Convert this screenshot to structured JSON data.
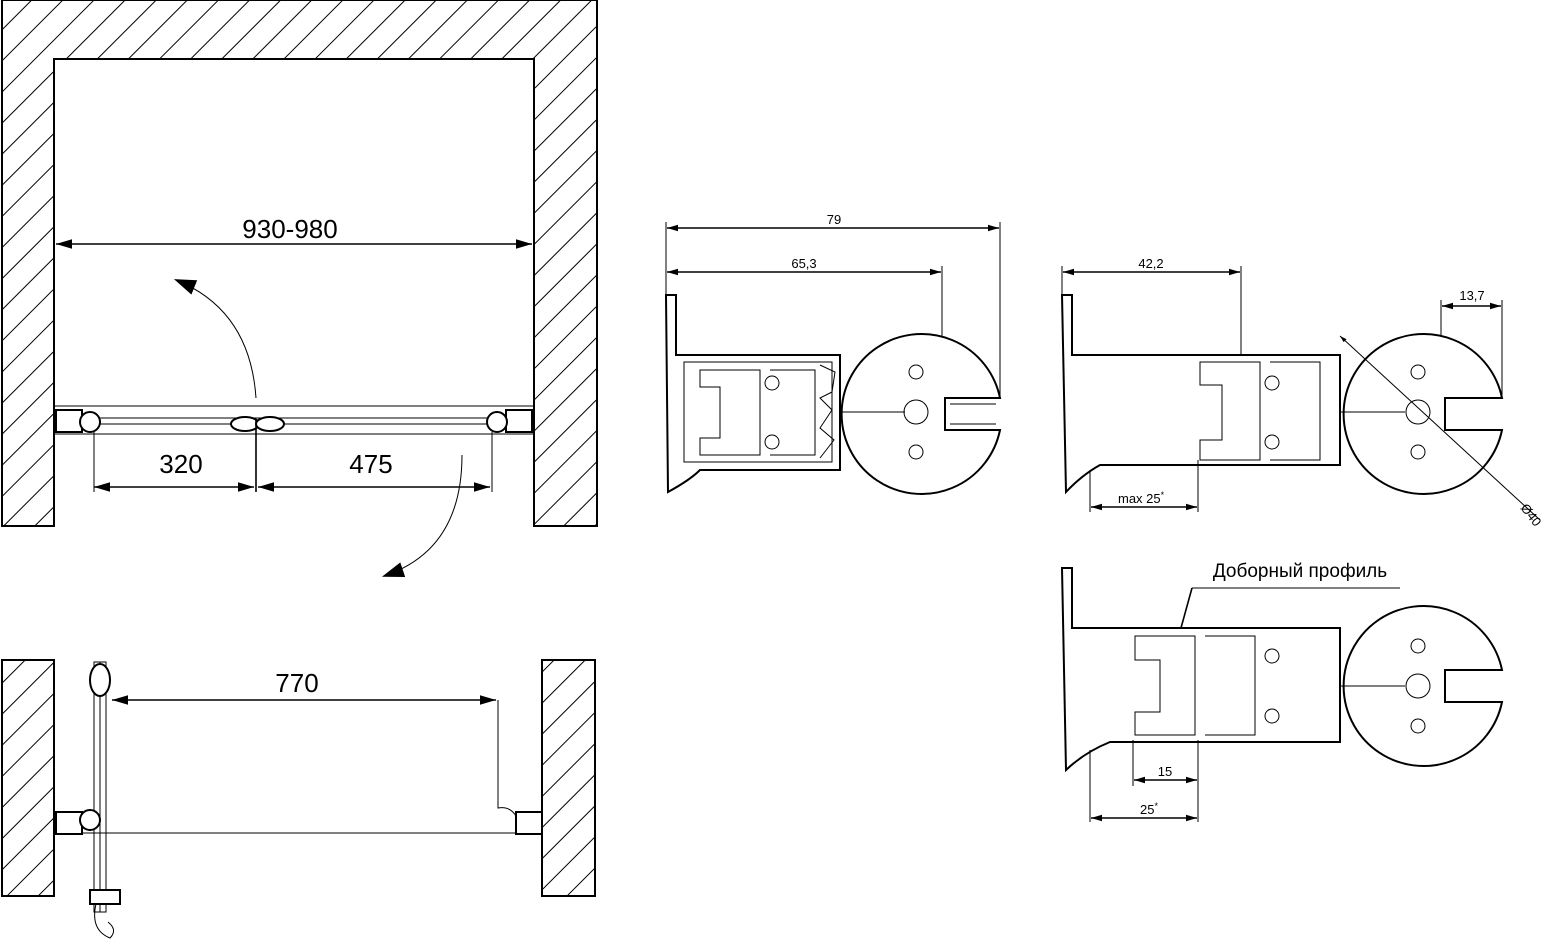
{
  "top_view": {
    "overall_width": "930-980",
    "left_segment": "320",
    "right_segment": "475"
  },
  "open_view": {
    "opening_width": "770"
  },
  "profile_a": {
    "total_width": "79",
    "inner_width": "65,3"
  },
  "profile_b": {
    "width": "42,2",
    "slot_width": "13,7",
    "adjust": "max 25",
    "adjust_sup": "*",
    "diameter": "Ø40"
  },
  "profile_c": {
    "label": "Доборный профиль",
    "inner_dim": "15",
    "outer_dim": "25",
    "outer_sup": "*"
  },
  "colors": {
    "line": "#000000",
    "background": "#ffffff"
  }
}
